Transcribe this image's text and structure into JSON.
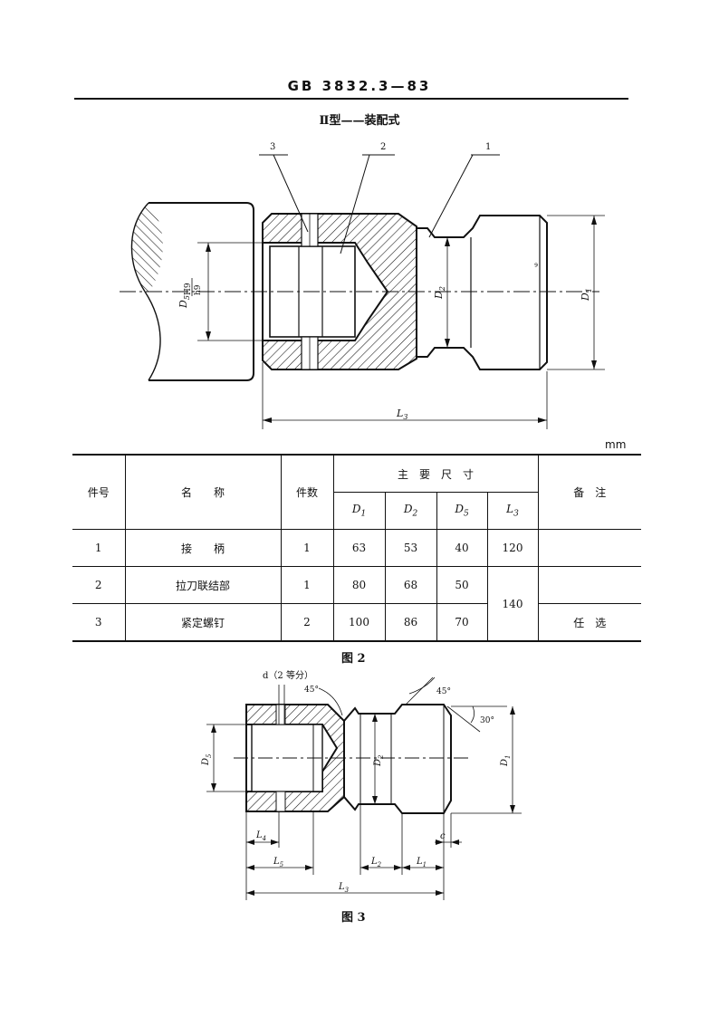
{
  "header": {
    "standard": "GB 3832.3—83"
  },
  "figure2": {
    "subtitle": "Ⅱ型——装配式",
    "callouts": [
      "3",
      "2",
      "1"
    ],
    "dims": {
      "d5": "D",
      "d5_sub": "5",
      "fit_top": "H9",
      "fit_bottom": "h9",
      "d2": "D",
      "d2_sub": "2",
      "d1": "D",
      "d1_sub": "1",
      "l3": "L",
      "l3_sub": "3"
    },
    "caption": "图 2"
  },
  "table": {
    "unit": "mm",
    "headers": {
      "part_no": "件号",
      "name": "名　　称",
      "qty": "件数",
      "main_dims": "主　要　尺　寸",
      "remarks": "备　注",
      "dim_cols": [
        {
          "letter": "D",
          "sub": "1"
        },
        {
          "letter": "D",
          "sub": "2"
        },
        {
          "letter": "D",
          "sub": "5"
        },
        {
          "letter": "L",
          "sub": "3"
        }
      ]
    },
    "rows": [
      {
        "no": "1",
        "name": "接　　柄",
        "qty": "1",
        "d1": "63",
        "d2": "53",
        "d5": "40",
        "l3": "120",
        "remark": ""
      },
      {
        "no": "2",
        "name": "拉刀联结部",
        "qty": "1",
        "d1": "80",
        "d2": "68",
        "d5": "50",
        "l3": "140",
        "remark": ""
      },
      {
        "no": "3",
        "name": "紧定螺钉",
        "qty": "2",
        "d1": "100",
        "d2": "86",
        "d5": "70",
        "l3": "",
        "remark": "任　选"
      }
    ]
  },
  "figure3": {
    "hole_note": "d（2 等分）",
    "angle_left": "45°",
    "angle_right": "45°",
    "angle_end": "30°",
    "dims": {
      "d5": "D",
      "d5_sub": "5",
      "d2": "D",
      "d2_sub": "2",
      "d1": "D",
      "d1_sub": "1",
      "c": "c",
      "l4": "L",
      "l4_sub": "4",
      "l5": "L",
      "l5_sub": "5",
      "l2": "L",
      "l2_sub": "2",
      "l1": "L",
      "l1_sub": "1",
      "l3": "L",
      "l3_sub": "3"
    },
    "caption": "图 3"
  }
}
